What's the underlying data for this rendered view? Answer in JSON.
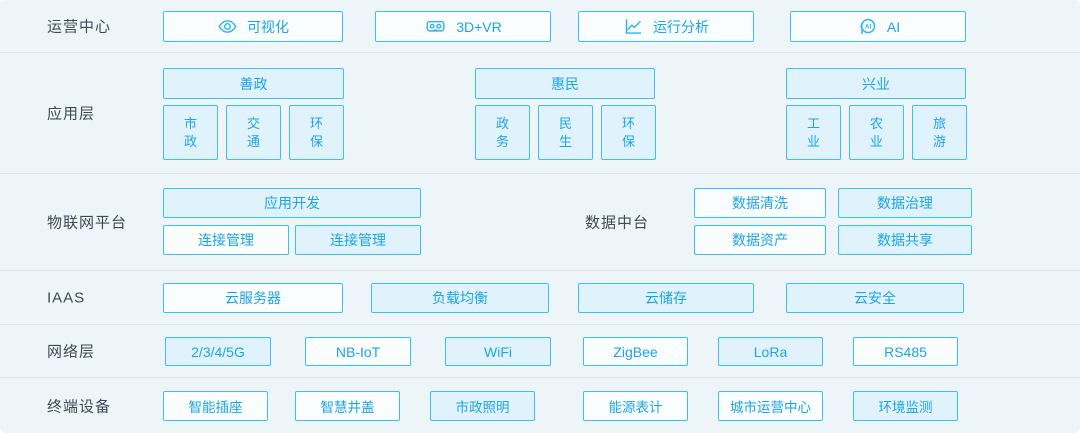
{
  "colors": {
    "accent_border": "#3fbef2",
    "box_text": "#1da4e4",
    "label_text": "#3d4a57",
    "row_background": "#edf5f8",
    "box_fill_light": "#fafdfe",
    "box_fill_tint": "#e0f2fb",
    "separator": "#dde5ea"
  },
  "rows": {
    "operations": {
      "label": "运营中心",
      "boxes": [
        {
          "icon": "eye-icon",
          "label": "可视化"
        },
        {
          "icon": "vr-goggles-icon",
          "label": "3D+VR"
        },
        {
          "icon": "line-chart-icon",
          "label": "运行分析"
        },
        {
          "icon": "ai-head-icon",
          "icon_text": "AI",
          "label": "AI"
        }
      ]
    },
    "application": {
      "label": "应用层",
      "groups": [
        {
          "header": "善政",
          "items": [
            "市政",
            "交通",
            "环保"
          ]
        },
        {
          "header": "惠民",
          "items": [
            "政务",
            "民生",
            "环保"
          ]
        },
        {
          "header": "兴业",
          "items": [
            "工业",
            "农业",
            "旅游"
          ]
        }
      ]
    },
    "iot_platform": {
      "label": "物联网平台",
      "app_dev": "应用开发",
      "conn1": "连接管理",
      "conn2": "连接管理"
    },
    "data_platform": {
      "label": "数据中台",
      "boxes": [
        "数据清洗",
        "数据治理",
        "数据资产",
        "数据共享"
      ]
    },
    "iaas": {
      "label": "IAAS",
      "boxes": [
        "云服务器",
        "负载均衡",
        "云储存",
        "云安全"
      ]
    },
    "network": {
      "label": "网络层",
      "boxes": [
        "2/3/4/5G",
        "NB-IoT",
        "WiFi",
        "ZigBee",
        "LoRa",
        "RS485"
      ]
    },
    "devices": {
      "label": "终端设备",
      "boxes": [
        "智能插座",
        "智慧井盖",
        "市政照明",
        "能源表计",
        "城市运营中心",
        "环境监测"
      ]
    }
  }
}
